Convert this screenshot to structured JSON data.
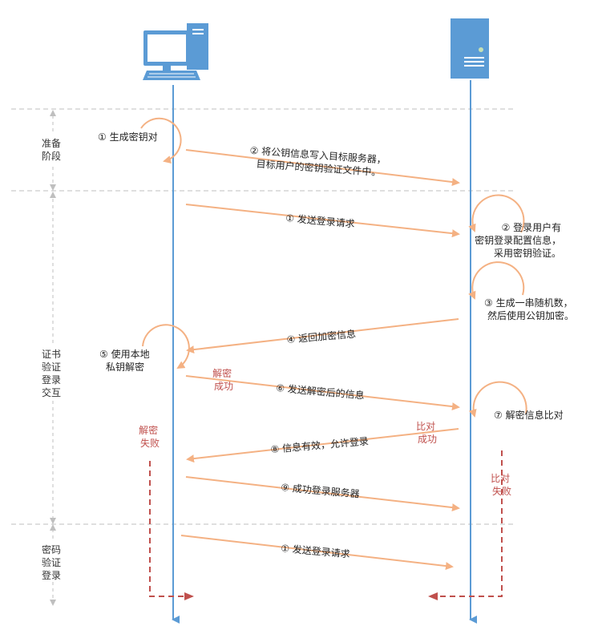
{
  "colors": {
    "lifeline": "#5b9bd5",
    "message_arrow": "#f4b183",
    "failure": "#c0504d",
    "divider": "#bfbfbf",
    "client_icon": "#5b9bd5",
    "server_icon": "#5b9bd5"
  },
  "icons": {
    "client": "desktop-computer-icon",
    "server": "server-tower-icon"
  },
  "phases": {
    "prepare": [
      "准备",
      "阶段"
    ],
    "cert": [
      "证书",
      "验证",
      "登录",
      "交互"
    ],
    "password": [
      "密码",
      "验证",
      "登录"
    ]
  },
  "steps": {
    "gen_keypair": "① 生成密钥对",
    "write_pubkey": [
      "② 将公钥信息写入目标服务器，",
      "目标用户的密钥验证文件中。"
    ],
    "send_login_1": "① 发送登录请求",
    "server_check": [
      "② 登录用户有",
      "密钥登录配置信息，",
      "采用密钥验证。"
    ],
    "gen_random": [
      "③ 生成一串随机数，",
      "然后使用公钥加密。"
    ],
    "return_encrypted": "④ 返回加密信息",
    "decrypt_local": [
      "⑤ 使用本地",
      "私钥解密"
    ],
    "send_decrypted": "⑥ 发送解密后的信息",
    "compare": "⑦ 解密信息比对",
    "info_valid": "⑧ 信息有效，允许登录",
    "login_success": "⑨ 成功登录服务器",
    "send_login_2": "① 发送登录请求"
  },
  "outcomes": {
    "decrypt_ok": [
      "解密",
      "成功"
    ],
    "decrypt_fail": [
      "解密",
      "失败"
    ],
    "compare_ok": [
      "比对",
      "成功"
    ],
    "compare_fail": [
      "比对",
      "失败"
    ]
  }
}
